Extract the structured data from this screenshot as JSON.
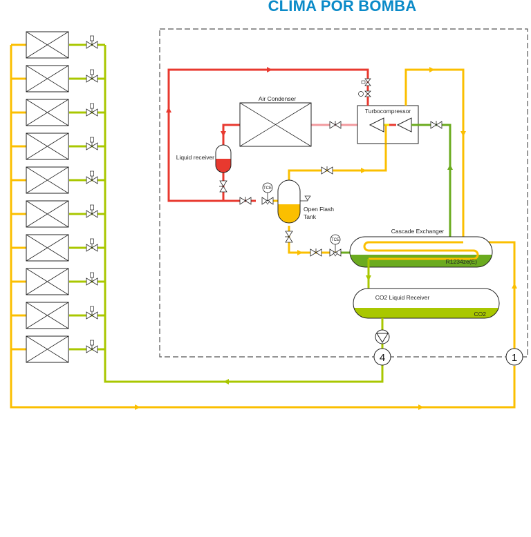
{
  "title": "CLIMA POR BOMBA",
  "colors": {
    "title": "#0a8ac8",
    "hot_gas_red": "#e8392f",
    "pink_line": "#f29a9e",
    "yellow_refrigerant": "#fbbf00",
    "green_co2": "#a9c700",
    "dark_green": "#6bab1f",
    "boundary_dash": "#555555"
  },
  "labels": {
    "air_condenser": "Air Condenser",
    "turbocompressor": "Turbocompressor",
    "liquid_receiver": "Liquid receiver",
    "open_flash_tank_1": "Open Flash",
    "open_flash_tank_2": "Tank",
    "cascade_exchanger": "Cascade Exchanger",
    "r1234ze": "R1234ze(E)",
    "co2_liquid_receiver": "CO2 Liquid Receiver",
    "co2": "CO2",
    "tce_1": "TCE",
    "tce_2": "TCE",
    "node_4": "4",
    "node_1": "1"
  },
  "evaporator_units": [
    {
      "id": 1
    },
    {
      "id": 2
    },
    {
      "id": 3
    },
    {
      "id": 4
    },
    {
      "id": 5
    },
    {
      "id": 6
    },
    {
      "id": 7
    },
    {
      "id": 8
    },
    {
      "id": 9
    },
    {
      "id": 10
    }
  ],
  "levels": {
    "liquid_receiver_fill": 0.45,
    "open_flash_tank_fill": 0.45,
    "cascade_exchanger_fill": 0.4,
    "co2_receiver_fill": 0.35
  }
}
